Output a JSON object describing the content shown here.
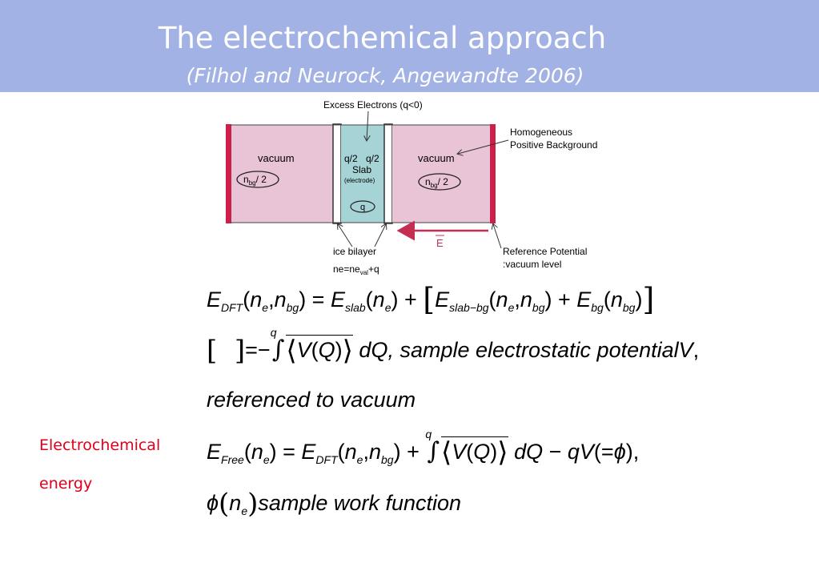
{
  "slide": {
    "title": "The electrochemical approach",
    "subtitle": "(Filhol and Neurock, Angewandte 2006)"
  },
  "side_label": {
    "line1": "Electrochemical",
    "line2": "energy"
  },
  "figure": {
    "excess_electrons": "Excess Electrons (q<0)",
    "vacuum_left": "vacuum",
    "vacuum_right": "vacuum",
    "nbg_left": "n",
    "nbg_left_sub": "bg",
    "nbg_left_tail": "/ 2",
    "nbg_right": "n",
    "nbg_right_sub": "bg",
    "nbg_right_tail": "/ 2",
    "slab_q_left": "q/2",
    "slab_q_right": "q/2",
    "slab": "Slab",
    "electrode": "(electrode)",
    "q_ellipse": "q",
    "homogeneous_1": "Homogeneous",
    "homogeneous_2": "Positive Background",
    "ice_bilayer": "ice bilayer",
    "ne_eq": "ne=ne",
    "ne_sub": "val",
    "ne_tail": "+q",
    "e_field": "E",
    "ref_potential_1": "Reference Potential",
    "ref_potential_2": ":vacuum level",
    "colors": {
      "vacuum": "#e9c3d6",
      "slab": "#a6d3d5",
      "electrode_bar": "#cc1f4a",
      "arrow": "#c62d52"
    }
  },
  "equations": {
    "eq1": {
      "E": "E",
      "DFT": "DFT",
      "n": "n",
      "e": "e",
      "bg": "bg",
      "slab": "slab",
      "slab_bg": "slab−bg"
    },
    "eq2": {
      "q": "q",
      "V": "V",
      "Q": "Q",
      "dQ": "dQ",
      "text": ", sample electrostatic potential"
    },
    "eq3": {
      "text": "referenced to vacuum"
    },
    "eq4": {
      "Free": "Free",
      "qV": "qV",
      "phi": "ϕ"
    },
    "eq5": {
      "text": "sample work function"
    }
  }
}
